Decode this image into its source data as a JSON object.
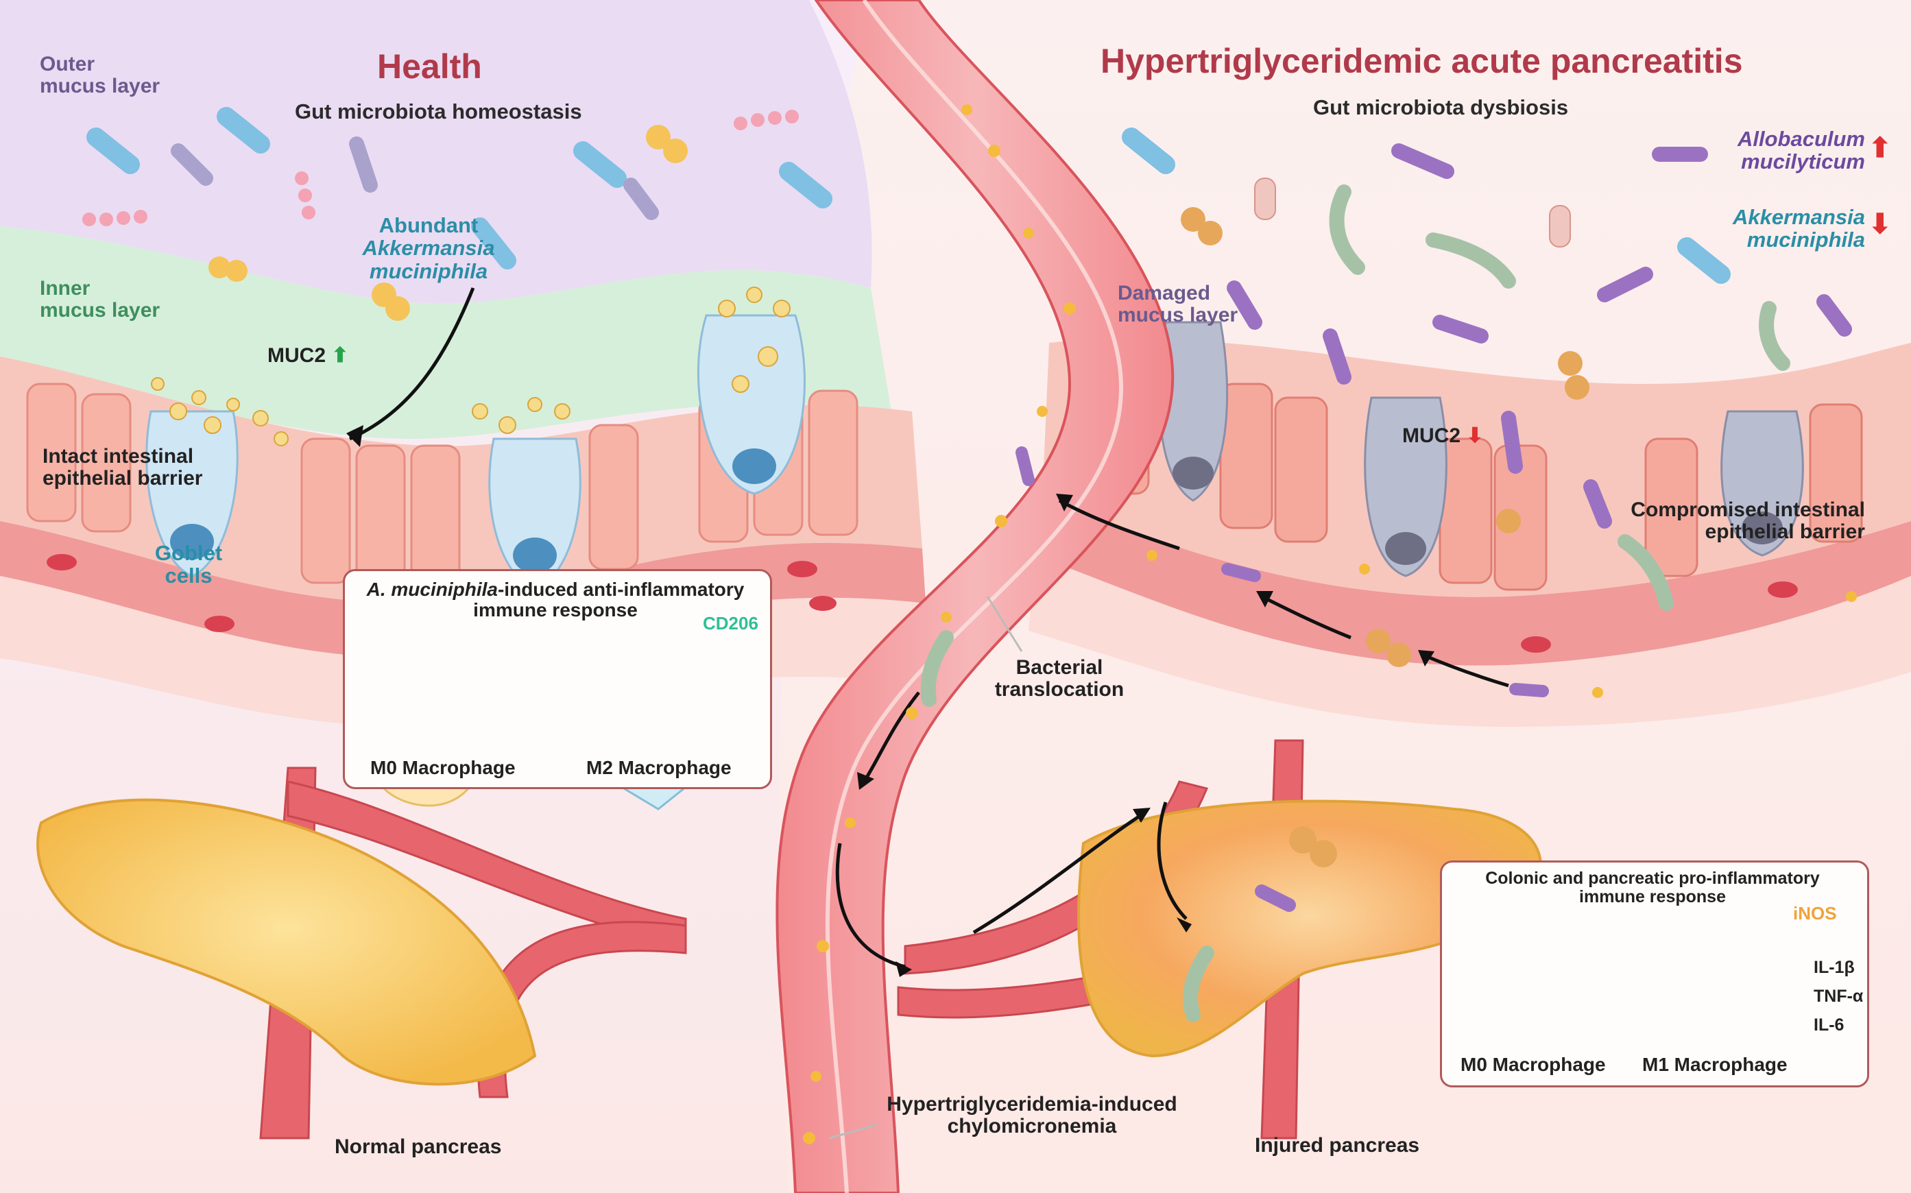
{
  "titles": {
    "health": "Health",
    "disease": "Hypertriglyceridemic acute pancreatitis"
  },
  "health": {
    "outer_mucus": [
      "Outer",
      "mucus layer"
    ],
    "homeostasis": "Gut microbiota homeostasis",
    "abundant": [
      "Abundant",
      "Akkermansia",
      "muciniphila"
    ],
    "inner_mucus": [
      "Inner",
      "mucus layer"
    ],
    "muc2": "MUC2",
    "barrier": [
      "Intact intestinal",
      "epithelial barrier"
    ],
    "goblet": [
      "Goblet",
      "cells"
    ],
    "normal_pancreas": "Normal pancreas"
  },
  "anti_box": {
    "title_italic": "A. muciniphila",
    "title_rest": "-induced anti-inflammatory",
    "title_line2": "immune response",
    "marker": "CD206",
    "m0": "M0 Macrophage",
    "m2": "M2 Macrophage"
  },
  "disease": {
    "dysbiosis": "Gut microbiota dysbiosis",
    "allobaculum": [
      "Allobaculum",
      "mucilyticum"
    ],
    "akkermansia": [
      "Akkermansia",
      "muciniphila"
    ],
    "damaged_mucus": [
      "Damaged",
      "mucus layer"
    ],
    "muc2": "MUC2",
    "barrier": [
      "Compromised intestinal",
      "epithelial barrier"
    ],
    "translocation": [
      "Bacterial",
      "translocation"
    ],
    "injured_pancreas": "Injured pancreas",
    "chylo": [
      "Hypertriglyceridemia-induced",
      "chylomicronemia"
    ]
  },
  "pro_box": {
    "title": [
      "Colonic and pancreatic pro-inflammatory",
      "immune response"
    ],
    "marker": "iNOS",
    "cytokines": [
      "IL-1β",
      "TNF-α",
      "IL-6"
    ],
    "m0": "M0 Macrophage",
    "m1": "M1 Macrophage"
  },
  "colors": {
    "health_title": "#b03a4a",
    "up_arrow": "#27a34a",
    "down_arrow": "#e03030",
    "teal_text": "#2a8ea6",
    "purple_text": "#6c4a9e",
    "vessel": "#e2545e"
  }
}
